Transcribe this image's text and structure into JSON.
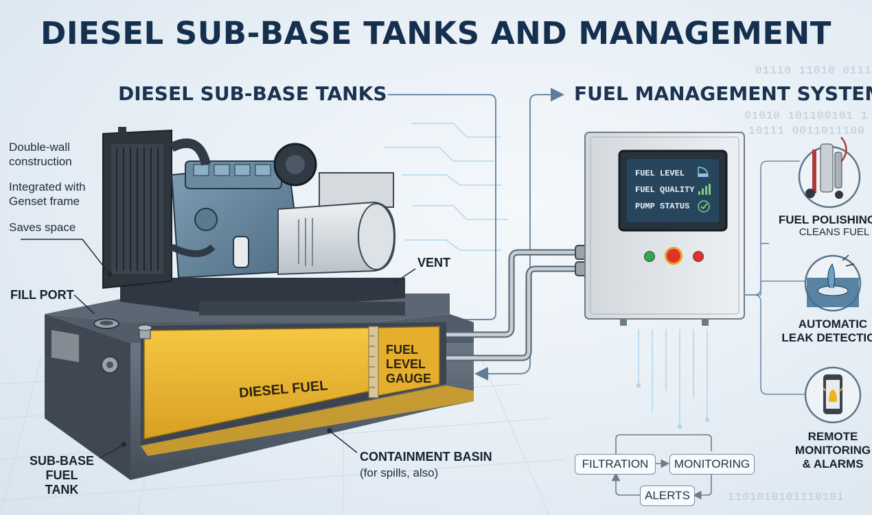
{
  "title": "DIESEL SUB-BASE TANKS AND MANAGEMENT",
  "left_section": {
    "heading": "DIESEL SUB-BASE TANKS",
    "features": [
      "Double-wall construction",
      "Integrated with Genset frame",
      "Saves space"
    ],
    "feature_lines": [
      [
        "Double-wall",
        "construction"
      ],
      [
        "Integrated with",
        "Genset frame"
      ],
      [
        "Saves space"
      ]
    ],
    "callouts": {
      "fill_port": "FILL PORT",
      "vent": "VENT",
      "sub_base_line1": "SUB-BASE",
      "sub_base_line2": "FUEL TANK",
      "containment": "CONTAINMENT BASIN",
      "containment_note": "(for spills, also)"
    },
    "tank": {
      "fuel_label": "DIESEL FUEL",
      "gauge_line1": "FUEL",
      "gauge_line2": "LEVEL",
      "gauge_line3": "GAUGE"
    }
  },
  "right_section": {
    "heading": "FUEL MANAGEMENT SYSTEM",
    "panel_screen": [
      "FUEL LEVEL",
      "FUEL QUALITY",
      "PUMP STATUS"
    ],
    "panel_buttons": [
      {
        "color": "#2fa84a"
      },
      {
        "color": "#e0312b"
      },
      {
        "color": "#e0312b"
      }
    ],
    "features": [
      {
        "line1": "FUEL POLISHING",
        "line2": "CLEANS FUEL",
        "icon": "fuel-polisher-icon"
      },
      {
        "line1": "AUTOMATIC",
        "line2": "LEAK DETECTION",
        "icon": "leak-detection-icon"
      },
      {
        "line1": "REMOTE",
        "line2": "MONITORING",
        "line3": "& ALARMS",
        "icon": "phone-alarm-icon"
      }
    ],
    "flow": {
      "filtration": "FILTRATION",
      "monitoring": "MONITORING",
      "alerts": "ALERTS"
    }
  },
  "colors": {
    "title": "#15304e",
    "fuel": "#e7b12e",
    "tank_steel": "#4f5a66",
    "accent_line": "#6d8aa6"
  }
}
